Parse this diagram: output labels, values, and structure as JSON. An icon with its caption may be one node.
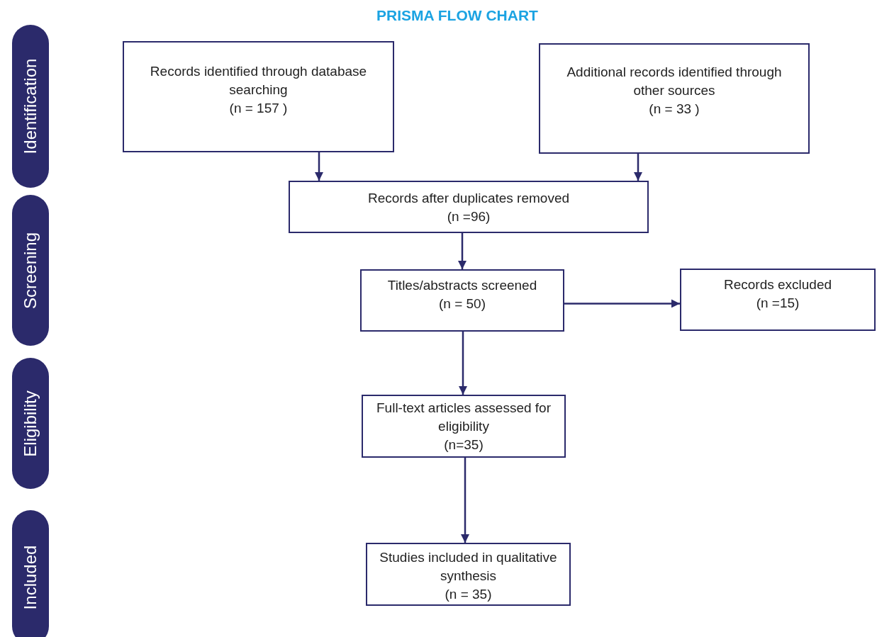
{
  "diagram": {
    "title": "PRISMA FLOW CHART",
    "nodes": [
      {
        "text": [
          "Identification"
        ]
      },
      {
        "text": [
          "Screening"
        ]
      },
      {
        "text": [
          "Eligibility"
        ]
      },
      {
        "text": [
          "Included"
        ]
      },
      {
        "text": [
          "Records identified through database searching",
          "(n = 157 )"
        ]
      },
      {
        "text": [
          "Additional records identified through other sources",
          "(n = 33 )"
        ]
      },
      {
        "text": [
          "Records after duplicates removed",
          "(n =96)"
        ]
      },
      {
        "text": [
          "Titles/abstracts screened",
          "(n = 50)"
        ]
      },
      {
        "text": [
          "Records excluded",
          "(n =15)"
        ]
      },
      {
        "text": [
          "Full-text articles assessed for eligibility",
          "(n=35)"
        ]
      },
      {
        "text": [
          "Studies included in qualitative synthesis",
          "(n =   35)"
        ]
      }
    ],
    "edges": [
      {
        "from": 4,
        "to": 6,
        "arrow": "to"
      },
      {
        "from": 5,
        "to": 6,
        "arrow": "to"
      },
      {
        "from": 6,
        "to": 7,
        "arrow": "to"
      },
      {
        "from": 7,
        "to": 8,
        "arrow": "to"
      },
      {
        "from": 7,
        "to": 9,
        "arrow": "to"
      },
      {
        "from": 9,
        "to": 10,
        "arrow": "to"
      }
    ]
  }
}
